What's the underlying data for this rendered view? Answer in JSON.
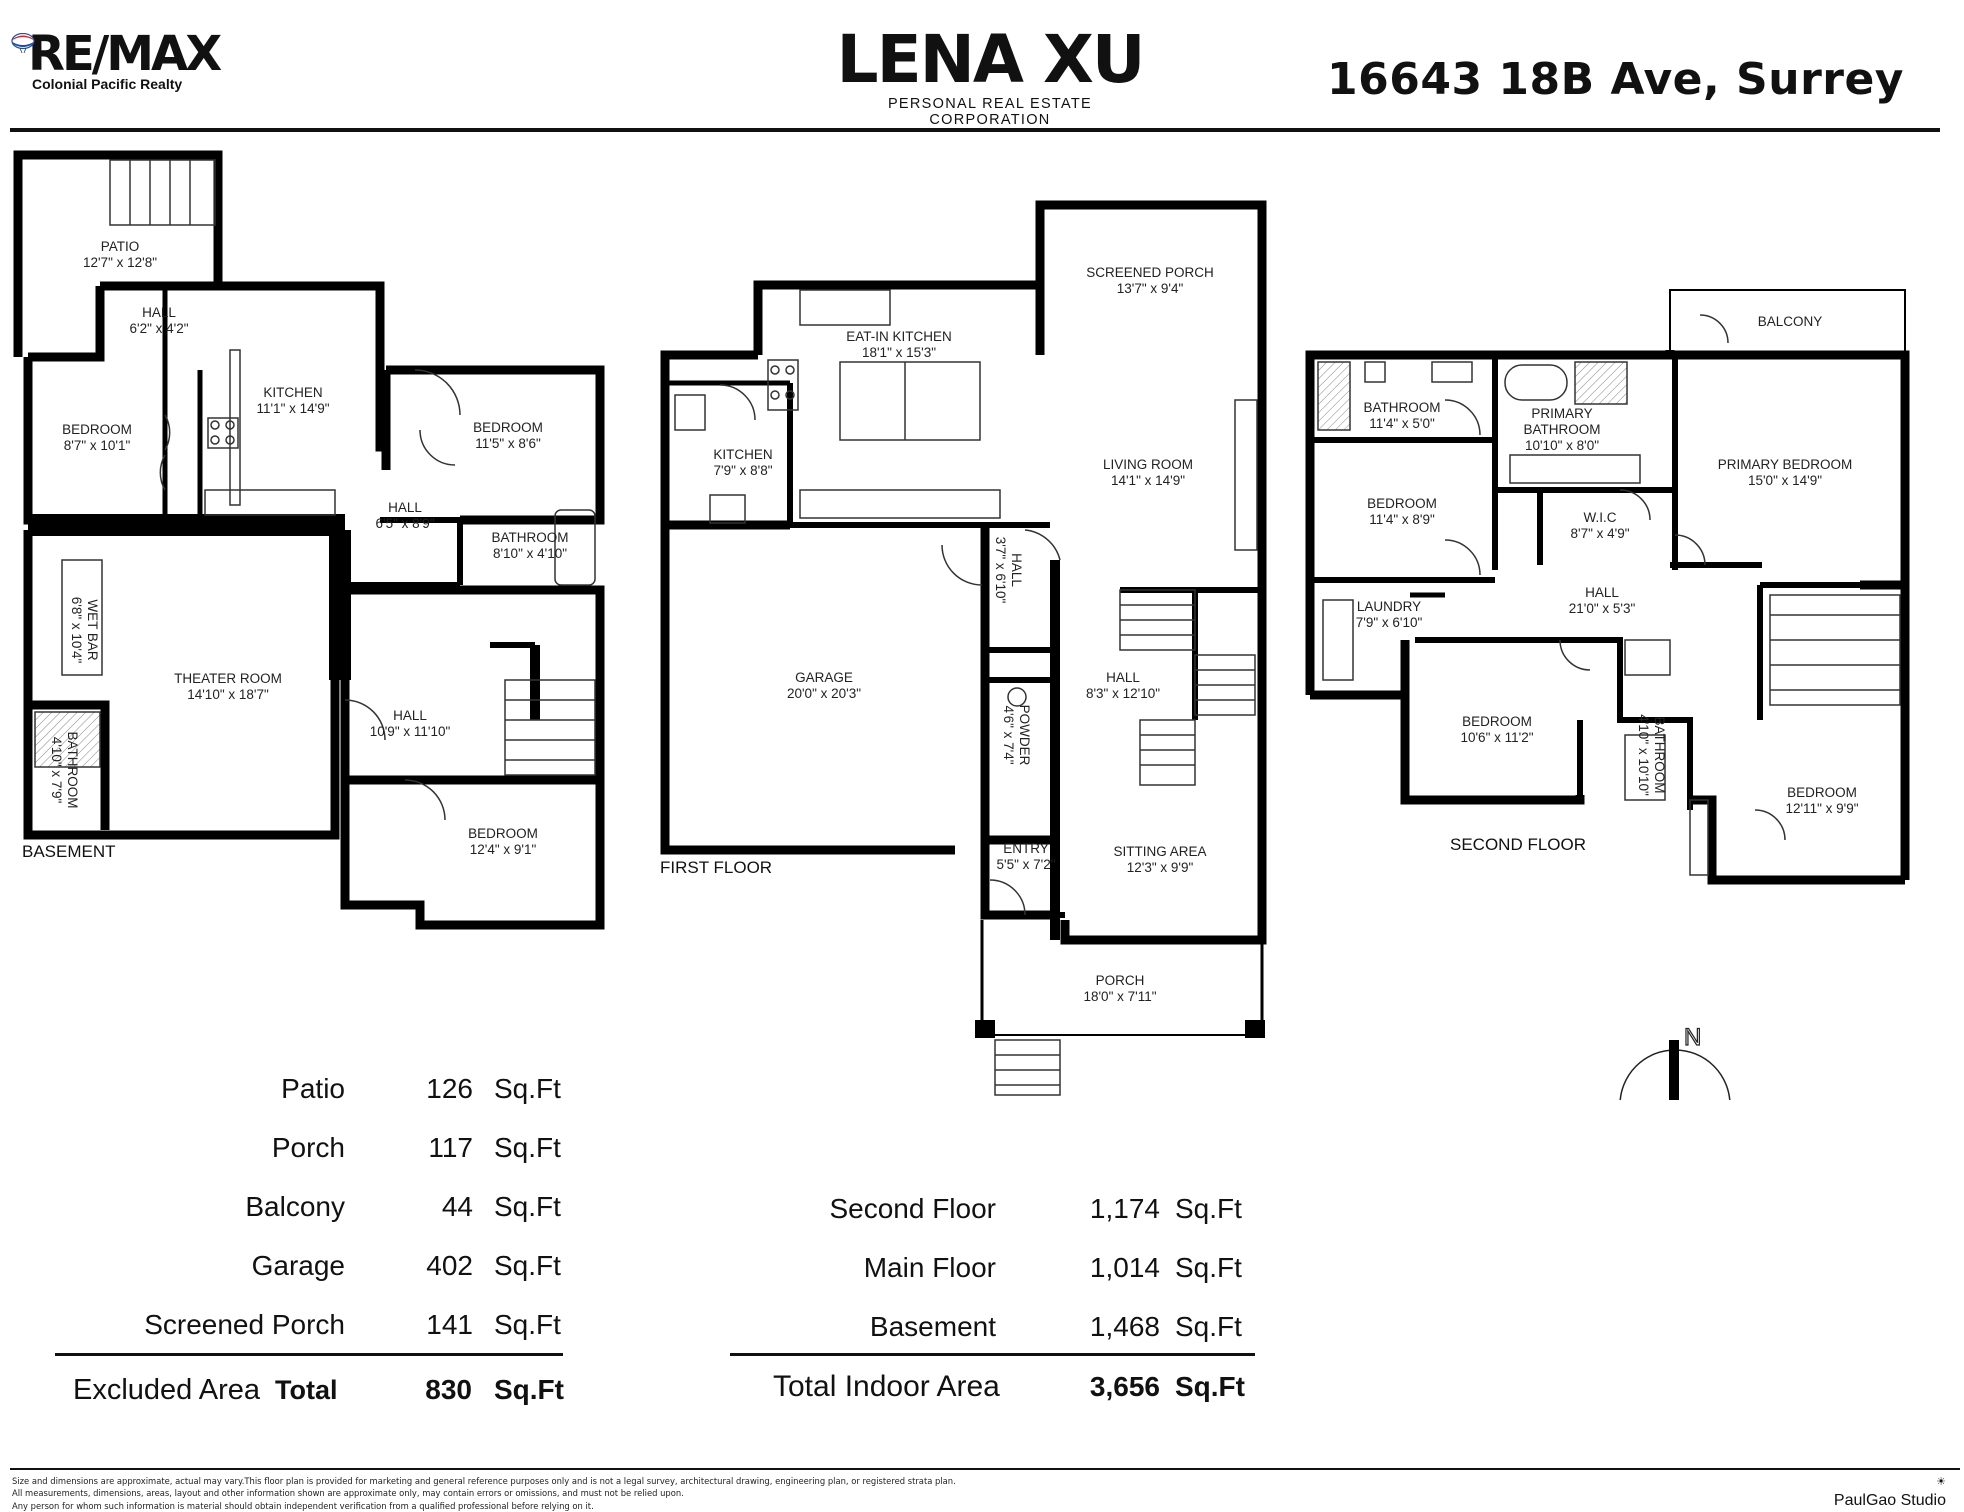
{
  "header": {
    "brokerage_logo": "RE/MAX",
    "brokerage_name": "Colonial Pacific Realty",
    "agent_name": "LENA XU",
    "agent_subtitle": "PERSONAL REAL ESTATE CORPORATION",
    "address": "16643 18B Ave, Surrey"
  },
  "floors": {
    "basement": {
      "label": "BASEMENT",
      "rooms": [
        {
          "name": "PATIO",
          "dims": "12'7\" x 12'8\""
        },
        {
          "name": "HALL",
          "dims": "6'2\" x 4'2\""
        },
        {
          "name": "KITCHEN",
          "dims": "11'1\" x 14'9\""
        },
        {
          "name": "BEDROOM",
          "dims": "8'7\" x 10'1\""
        },
        {
          "name": "BEDROOM",
          "dims": "11'5\" x 8'6\""
        },
        {
          "name": "HALL",
          "dims": "6'5\" x 8'9\""
        },
        {
          "name": "BATHROOM",
          "dims": "8'10\" x 4'10\""
        },
        {
          "name": "WET BAR",
          "dims": "6'8\" x 10'4\""
        },
        {
          "name": "THEATER ROOM",
          "dims": "14'10\" x 18'7\""
        },
        {
          "name": "HALL",
          "dims": "10'9\" x 11'10\""
        },
        {
          "name": "BATHROOM",
          "dims": "4'10\" x 7'9\""
        },
        {
          "name": "BEDROOM",
          "dims": "12'4\" x 9'1\""
        }
      ]
    },
    "first": {
      "label": "FIRST FLOOR",
      "rooms": [
        {
          "name": "SCREENED PORCH",
          "dims": "13'7\" x 9'4\""
        },
        {
          "name": "EAT-IN KITCHEN",
          "dims": "18'1\" x 15'3\""
        },
        {
          "name": "KITCHEN",
          "dims": "7'9\" x 8'8\""
        },
        {
          "name": "LIVING ROOM",
          "dims": "14'1\" x 14'9\""
        },
        {
          "name": "HALL",
          "dims": "3'7\" x 6'10\""
        },
        {
          "name": "GARAGE",
          "dims": "20'0\" x 20'3\""
        },
        {
          "name": "HALL",
          "dims": "8'3\" x 12'10\""
        },
        {
          "name": "POWDER",
          "dims": "4'6\" x 7'4\""
        },
        {
          "name": "ENTRY",
          "dims": "5'5\" x 7'2\""
        },
        {
          "name": "SITTING AREA",
          "dims": "12'3\" x 9'9\""
        },
        {
          "name": "PORCH",
          "dims": "18'0\" x 7'11\""
        }
      ]
    },
    "second": {
      "label": "SECOND FLOOR",
      "rooms": [
        {
          "name": "BALCONY",
          "dims": ""
        },
        {
          "name": "BATHROOM",
          "dims": "11'4\" x 5'0\""
        },
        {
          "name": "PRIMARY BATHROOM",
          "dims": "10'10\" x 8'0\""
        },
        {
          "name": "PRIMARY BEDROOM",
          "dims": "15'0\" x 14'9\""
        },
        {
          "name": "BEDROOM",
          "dims": "11'4\" x 8'9\""
        },
        {
          "name": "W.I.C",
          "dims": "8'7\" x 4'9\""
        },
        {
          "name": "LAUNDRY",
          "dims": "7'9\" x 6'10\""
        },
        {
          "name": "HALL",
          "dims": "21'0\" x 5'3\""
        },
        {
          "name": "BEDROOM",
          "dims": "10'6\" x 11'2\""
        },
        {
          "name": "BATHROOM",
          "dims": "4'10\" x 10'10\""
        },
        {
          "name": "BEDROOM",
          "dims": "12'11\" x 9'9\""
        }
      ]
    }
  },
  "compass_label": "N",
  "excluded_areas": {
    "rows": [
      {
        "label": "Patio",
        "value": "126",
        "unit": "Sq.Ft"
      },
      {
        "label": "Porch",
        "value": "117",
        "unit": "Sq.Ft"
      },
      {
        "label": "Balcony",
        "value": "44",
        "unit": "Sq.Ft"
      },
      {
        "label": "Garage",
        "value": "402",
        "unit": "Sq.Ft"
      },
      {
        "label": "Screened Porch",
        "value": "141",
        "unit": "Sq.Ft"
      }
    ],
    "total_label": "Excluded Area",
    "total_word": "Total",
    "total_value": "830",
    "total_unit": "Sq.Ft"
  },
  "indoor_areas": {
    "rows": [
      {
        "label": "Second Floor",
        "value": "1,174",
        "unit": "Sq.Ft"
      },
      {
        "label": "Main Floor",
        "value": "1,014",
        "unit": "Sq.Ft"
      },
      {
        "label": "Basement",
        "value": "1,468",
        "unit": "Sq.Ft"
      }
    ],
    "total_label": "Total Indoor Area",
    "total_value": "3,656",
    "total_unit": "Sq.Ft"
  },
  "disclaimer": [
    "Size and dimensions are approximate, actual may vary.This floor plan is provided for marketing and general reference purposes only and is not a legal survey, architectural drawing, engineering plan, or registered strata plan.",
    "All measurements, dimensions, areas, layout and other information shown are approximate only, may contain errors or omissions, and must not be relied upon.",
    "Any person for whom such information is material should obtain independent verification from a qualified professional before relying on it."
  ],
  "studio": "PaulGao Studio"
}
